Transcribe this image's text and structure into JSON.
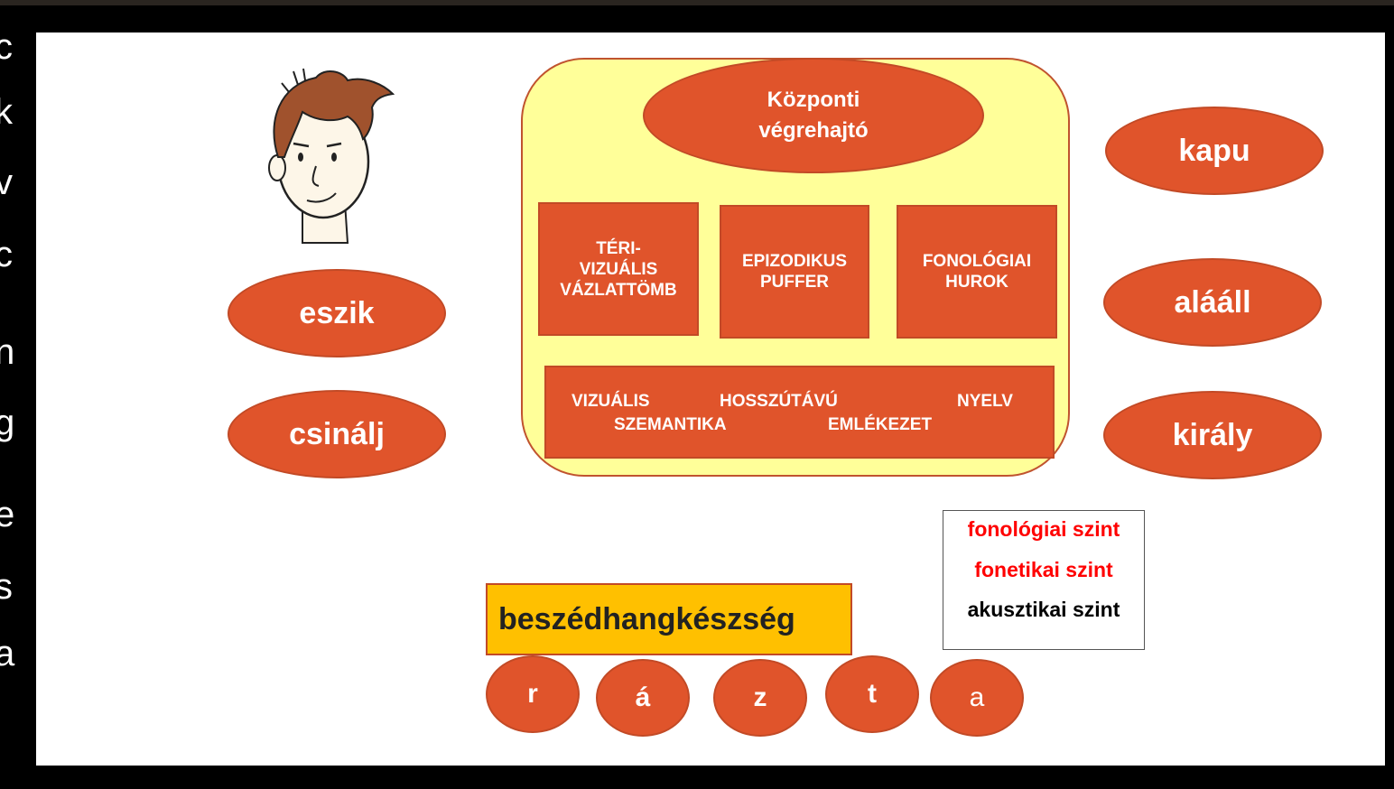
{
  "left_strip_letters": [
    "c",
    "k",
    "v",
    "c",
    "n",
    "g",
    "e",
    "s",
    "a"
  ],
  "central_executive": "Központi\nvégrehajtó",
  "components": {
    "visuospatial": "TÉRI-\nVIZUÁLIS\nVÁZLATTÖMB",
    "episodic": "EPIZODIKUS\nPUFFER",
    "phonological": "FONOLÓGIAI\nHUROK"
  },
  "long_term": {
    "visual": "VIZUÁLIS",
    "semantics": "SZEMANTIKA",
    "long_term": "HOSSZÚTÁVÚ",
    "memory": "EMLÉKEZET",
    "language": "NYELV"
  },
  "left_words": [
    "eszik",
    "csinálj"
  ],
  "right_words": [
    "kapu",
    "alááll",
    "király"
  ],
  "skill_label": "beszédhangkészség",
  "letters": [
    "r",
    "á",
    "z",
    "t",
    "a"
  ],
  "levels": [
    {
      "text": "fonológiai szint",
      "color": "#ff0000"
    },
    {
      "text": "fonetikai szint",
      "color": "#ff0000"
    },
    {
      "text": "akusztikai szint",
      "color": "#000000"
    }
  ]
}
